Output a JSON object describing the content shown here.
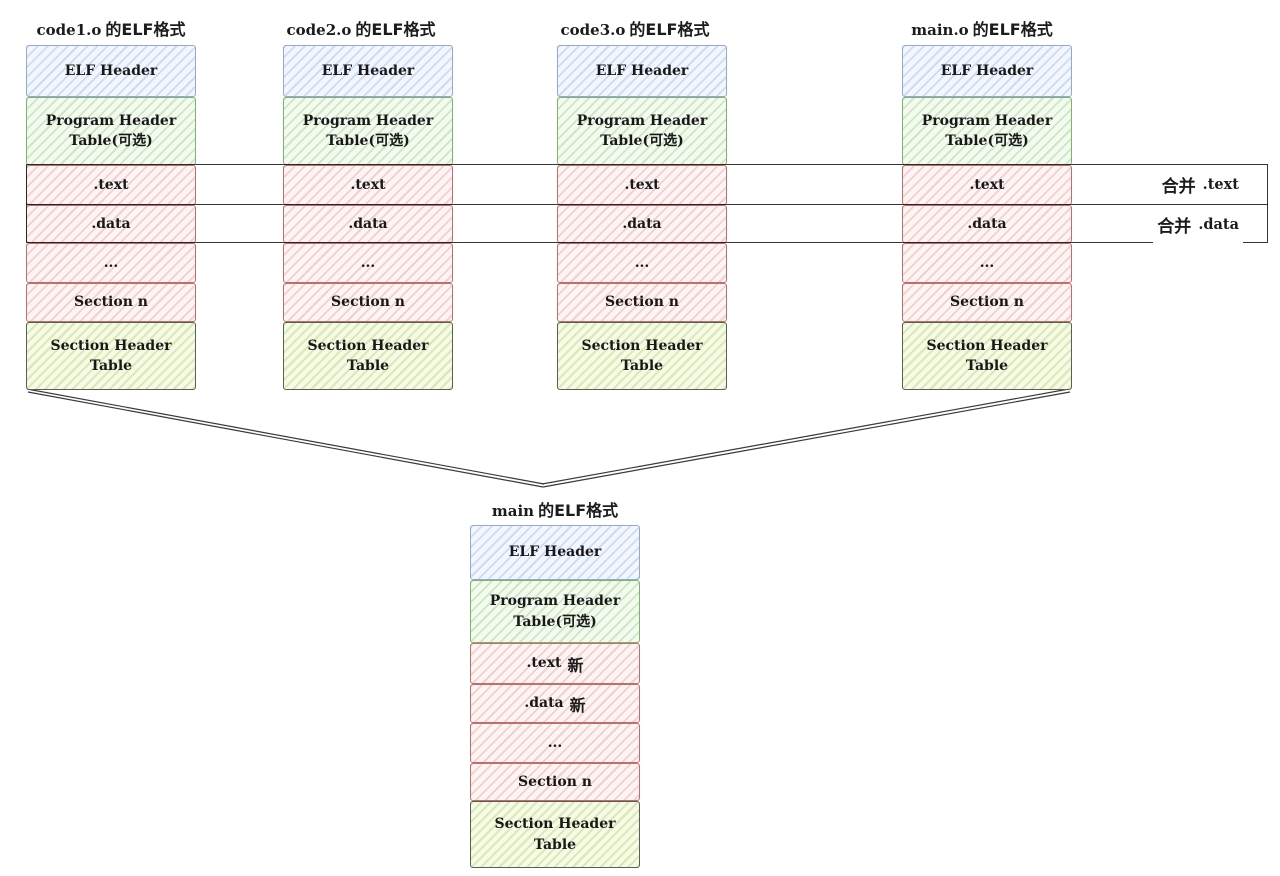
{
  "palette": {
    "blue_border": "#8fa9d9",
    "blue_fill": "#f3f7fd",
    "blue_hatch": "#cddcf3",
    "green_border": "#7eb36a",
    "green_fill": "#f3faef",
    "green_hatch": "#cfe6c2",
    "red_border": "#c06d6d",
    "red_fill": "#fdf4f4",
    "red_hatch": "#f3cfcf",
    "olive_border": "#5b5e53",
    "olive_fill": "#f6fae9",
    "olive_hatch": "#dbeab2",
    "connector_line": "#2b2b2b"
  },
  "source_columns": [
    {
      "title_en": "code1.o",
      "title_cjk": "的ELF格式",
      "rows": [
        {
          "label": "ELF Header"
        },
        {
          "label": "Program Header Table(可选)"
        },
        {
          "label": ".text"
        },
        {
          "label": ".data"
        },
        {
          "label": "..."
        },
        {
          "label": "Section n"
        },
        {
          "label": "Section Header Table"
        }
      ]
    },
    {
      "title_en": "code2.o",
      "title_cjk": "的ELF格式",
      "rows": [
        {
          "label": "ELF Header"
        },
        {
          "label": "Program Header Table(可选)"
        },
        {
          "label": ".text"
        },
        {
          "label": ".data"
        },
        {
          "label": "..."
        },
        {
          "label": "Section n"
        },
        {
          "label": "Section Header Table"
        }
      ]
    },
    {
      "title_en": "code3.o",
      "title_cjk": "的ELF格式",
      "rows": [
        {
          "label": "ELF Header"
        },
        {
          "label": "Program Header Table(可选)"
        },
        {
          "label": ".text"
        },
        {
          "label": ".data"
        },
        {
          "label": "..."
        },
        {
          "label": "Section n"
        },
        {
          "label": "Section Header Table"
        }
      ]
    },
    {
      "title_en": "main.o",
      "title_cjk": "的ELF格式",
      "rows": [
        {
          "label": "ELF Header"
        },
        {
          "label": "Program Header Table(可选)"
        },
        {
          "label": ".text"
        },
        {
          "label": ".data"
        },
        {
          "label": "..."
        },
        {
          "label": "Section n"
        },
        {
          "label": "Section Header Table"
        }
      ]
    }
  ],
  "merge_band": {
    "labels": [
      {
        "cjk": "合并",
        "en": ".text"
      },
      {
        "cjk": "合并",
        "en": ".data"
      }
    ]
  },
  "merged_column": {
    "title_en": "main",
    "title_cjk": "的ELF格式",
    "rows": [
      {
        "label": "ELF Header",
        "suffix": ""
      },
      {
        "label": "Program Header Table(可选)",
        "suffix": ""
      },
      {
        "label": ".text",
        "suffix": "新"
      },
      {
        "label": ".data",
        "suffix": "新"
      },
      {
        "label": "...",
        "suffix": ""
      },
      {
        "label": "Section n",
        "suffix": ""
      },
      {
        "label": "Section Header Table",
        "suffix": ""
      }
    ]
  }
}
